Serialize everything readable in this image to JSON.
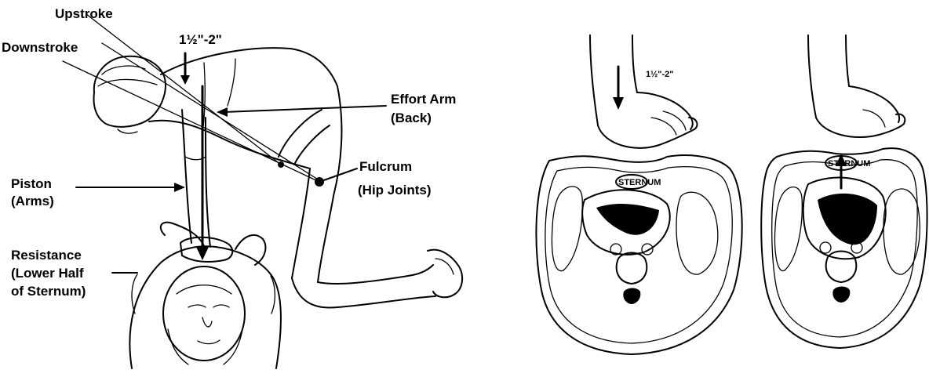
{
  "left_panel": {
    "labels": {
      "upstroke": "Upstroke",
      "downstroke": "Downstroke",
      "depth": "1½\"-2\"",
      "effort_line1": "Effort Arm",
      "effort_line2": "(Back)",
      "fulcrum_line1": "Fulcrum",
      "fulcrum_line2": "(Hip Joints)",
      "piston_line1": "Piston",
      "piston_line2": "(Arms)",
      "resistance_line1": "Resistance",
      "resistance_line2": "(Lower Half",
      "resistance_line3": "of Sternum)"
    }
  },
  "right_panel": {
    "depth_label": "1½\"-2\"",
    "sternum_label": "STERNUM"
  }
}
